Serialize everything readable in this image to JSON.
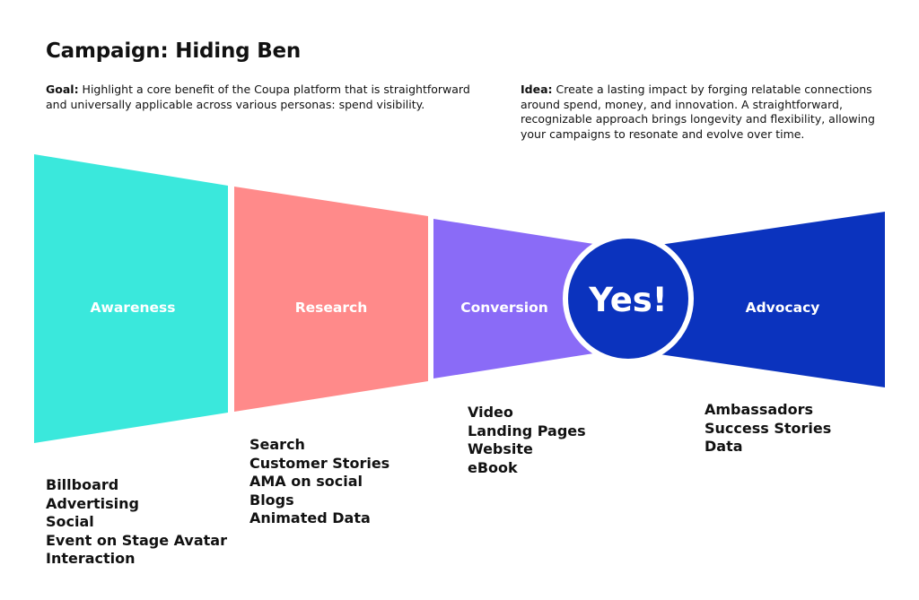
{
  "title": "Campaign: Hiding Ben",
  "goal": {
    "label": "Goal:",
    "text": " Highlight a core benefit of the Coupa platform that is straightforward and universally applicable across various personas: spend visibility."
  },
  "idea": {
    "label": "Idea:",
    "text": " Create a lasting impact by forging relatable connections around spend, money, and innovation. A straightforward, recognizable approach brings longevity and flexibility, allowing your campaigns to resonate and evolve over time."
  },
  "colors": {
    "awareness": "#3ae8dc",
    "research": "#ff8a8a",
    "conversion": "#8a6bf7",
    "advocacy": "#0b33be",
    "circle": "#0b33be",
    "stage_text": "#ffffff"
  },
  "stages": {
    "awareness": {
      "label": "Awareness",
      "items": [
        "Billboard",
        "Advertising",
        "Social",
        "Event on Stage Avatar",
        "Interaction"
      ]
    },
    "research": {
      "label": "Research",
      "items": [
        "Search",
        "Customer Stories",
        "AMA on social",
        "Blogs",
        "Animated Data"
      ]
    },
    "conversion": {
      "label": "Conversion",
      "items": [
        "Video",
        "Landing Pages",
        "Website",
        "eBook"
      ]
    },
    "center": {
      "label": "Yes!"
    },
    "advocacy": {
      "label": "Advocacy",
      "items": [
        "Ambassadors",
        "Success Stories",
        "Data"
      ]
    }
  }
}
